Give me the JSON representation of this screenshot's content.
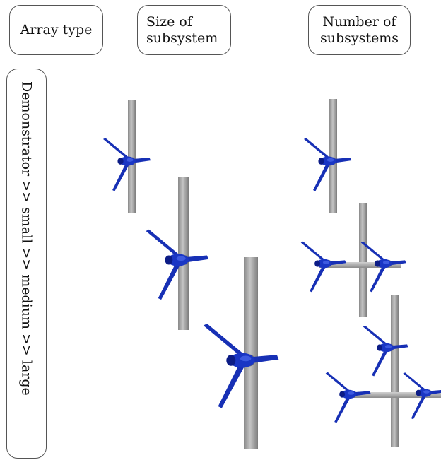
{
  "headers": {
    "array_type": "Array type",
    "size_of_subsystem": "Size of\nsubsystem",
    "number_of_subsystems": "Number of\nsubsystems"
  },
  "row_label": "Demonstrator >> small >> medium >> large",
  "colors": {
    "tower": "#a7a7a7",
    "tower_shade": "#7a7a7a",
    "rotor": "#1730b5",
    "rotor_dark": "#0c1c86",
    "border": "#555555"
  },
  "icons": [
    "tidal-turbine-icon",
    "tower-icon",
    "crossbar-icon"
  ]
}
